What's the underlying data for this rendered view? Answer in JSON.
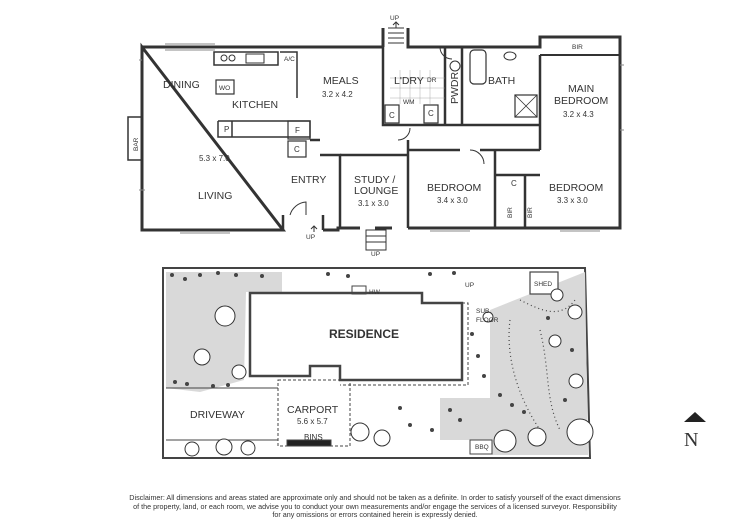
{
  "floor_plan": {
    "rooms": {
      "dining": "DINING",
      "kitchen": "KITCHEN",
      "meals": "MEALS",
      "meals_size": "3.2 x 4.2",
      "living": "LIVING",
      "living_size": "5.3 x 7.0",
      "entry": "ENTRY",
      "study_line1": "STUDY /",
      "study_line2": "LOUNGE",
      "study_size": "3.1 x 3.0",
      "laundry": "L'DRY",
      "powder": "PWDR",
      "bath": "BATH",
      "main_bed_line1": "MAIN",
      "main_bed_line2": "BEDROOM",
      "main_bed_size": "3.2 x 4.3",
      "bedroom2": "BEDROOM",
      "bedroom2_size": "3.4 x 3.0",
      "bedroom3": "BEDROOM",
      "bedroom3_size": "3.3 x 3.0"
    },
    "fixtures": {
      "bar": "BAR",
      "ac": "A/C",
      "wo": "WO",
      "pantry": "P",
      "fridge": "F",
      "cupboard": "C",
      "dryer": "DR",
      "washing_machine": "WM",
      "bir": "BIR",
      "up": "UP"
    }
  },
  "site_plan": {
    "residence": "RESIDENCE",
    "shed": "SHED",
    "hw": "HW",
    "sub_floor_line1": "SUB",
    "sub_floor_line2": "FLOOR",
    "driveway": "DRIVEWAY",
    "carport": "CARPORT",
    "carport_size": "5.6 x 5.7",
    "bins": "BINS",
    "bbq": "BBQ",
    "up": "UP"
  },
  "compass": {
    "north_label": "N"
  },
  "disclaimer": {
    "line1": "Disclaimer: All dimensions and areas stated are approximate only and should not be taken as a definite. In order to satisfy yourself of the exact dimensions",
    "line2": "of the property, land, or each room, we advise you to conduct your own measurements and/or engage the services of a licensed surveyor. Responsibility",
    "line3": "for any omissions or errors contained herein is expressly denied."
  }
}
